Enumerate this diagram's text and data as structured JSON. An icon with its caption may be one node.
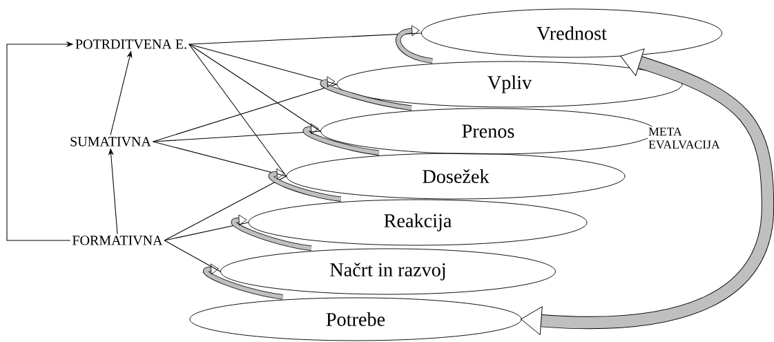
{
  "diagram": {
    "nodes": [
      {
        "text": [
          "POTRDITVENA E."
        ]
      },
      {
        "text": [
          "SUMATIVNA"
        ]
      },
      {
        "text": [
          "FORMATIVNA"
        ]
      },
      {
        "text": [
          "Vrednost"
        ]
      },
      {
        "text": [
          "Vpliv"
        ]
      },
      {
        "text": [
          "Prenos"
        ]
      },
      {
        "text": [
          "Dosežek"
        ]
      },
      {
        "text": [
          "Reakcija"
        ]
      },
      {
        "text": [
          "Načrt in razvoj"
        ]
      },
      {
        "text": [
          "Potrebe"
        ]
      }
    ],
    "edges": [
      {
        "from": 1,
        "to": 0,
        "arrow": "to"
      },
      {
        "from": 2,
        "to": 1,
        "arrow": "to"
      },
      {
        "from": 2,
        "to": 0,
        "arrow": "to"
      },
      {
        "from": 0,
        "to": 3,
        "arrow": "none"
      },
      {
        "from": 0,
        "to": 4,
        "arrow": "none"
      },
      {
        "from": 0,
        "to": 5,
        "arrow": "none"
      },
      {
        "from": 0,
        "to": 6,
        "arrow": "none"
      },
      {
        "from": 1,
        "to": 4,
        "arrow": "none"
      },
      {
        "from": 1,
        "to": 5,
        "arrow": "none"
      },
      {
        "from": 1,
        "to": 6,
        "arrow": "none"
      },
      {
        "from": 2,
        "to": 6,
        "arrow": "none"
      },
      {
        "from": 2,
        "to": 7,
        "arrow": "none"
      },
      {
        "from": 2,
        "to": 8,
        "arrow": "none"
      },
      {
        "from": 9,
        "to": 8,
        "arrow": "to",
        "style": "thick"
      },
      {
        "from": 8,
        "to": 7,
        "arrow": "to",
        "style": "thick"
      },
      {
        "from": 7,
        "to": 6,
        "arrow": "to",
        "style": "thick"
      },
      {
        "from": 6,
        "to": 5,
        "arrow": "to",
        "style": "thick"
      },
      {
        "from": 5,
        "to": 4,
        "arrow": "to",
        "style": "thick"
      },
      {
        "from": 4,
        "to": 3,
        "arrow": "to",
        "style": "thick"
      },
      {
        "from": 9,
        "to": 3,
        "arrow": "both",
        "style": "thick",
        "label": "META EVALVACIJA"
      }
    ]
  }
}
